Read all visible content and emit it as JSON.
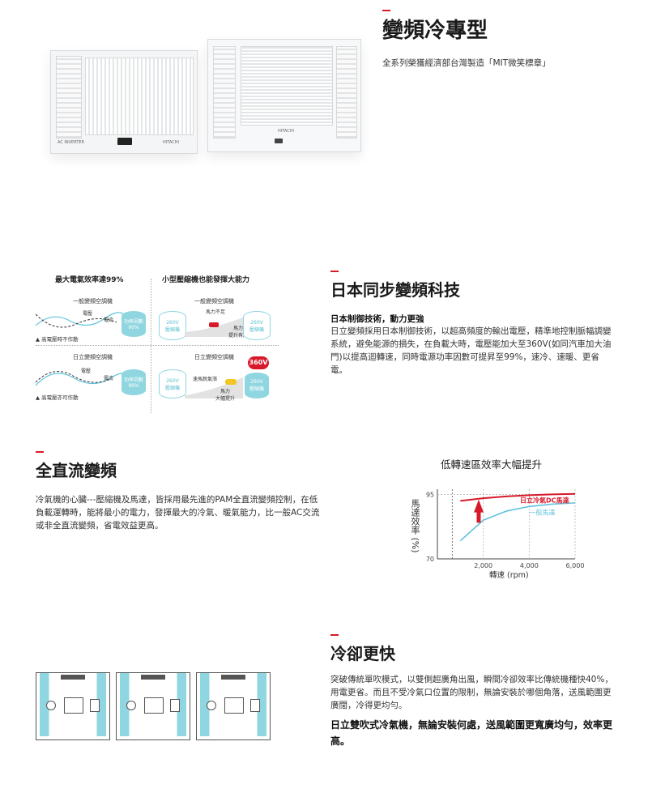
{
  "section1": {
    "title": "變頻冷專型",
    "desc": "全系列榮獲經濟部台灣製造「MIT微笑標章」",
    "ac_brand_left": "HITACHI",
    "ac_logo_left": "AC INVERTER",
    "ac_brand_right": "HITACHI"
  },
  "section2": {
    "title": "日本同步變頻科技",
    "subtitle": "日本制御技術，動力更強",
    "body": "日立變頻採用日本制御技術，以超高頻度的輸出電壓，精準地控制脈幅調變系統，避免能源的損失，在負載大時，電壓能加大至360V(如同汽車加大油門)以提高迴轉速，同時電源功率因數可提昇至99%，速冷、速暖、更省電。",
    "diagram": {
      "left_title": "最大電氣效率達99%",
      "right_title": "小型壓縮機也能發揮大能力",
      "general_ac": "一般變頻空調機",
      "hitachi_ac": "日立變頻空調機",
      "voltage_label": "電壓",
      "current_label": "電流",
      "pf_general": "功率因數\n90%",
      "pf_general_a": "功率因數",
      "pf_general_b": "90%",
      "pf_hitachi_a": "功率因數",
      "pf_hitachi_b": "99%",
      "warn_general": "▲ 高電壓時不作動",
      "warn_hitachi": "▲ 高電壓亦可作動",
      "comp_260": "260V",
      "comp_label": "壓縮機",
      "comp_360": "360V",
      "power_lack": "馬力不足",
      "power_limited": "馬力\n提升有限",
      "power_limited_a": "馬力",
      "power_limited_b": "提升有限",
      "speed_climb": "速馬銳氣漲",
      "power_big_a": "馬力",
      "power_big_b": "大幅提升"
    }
  },
  "section3": {
    "title": "全直流變頻",
    "body": "冷氣機的心臟---壓縮機及馬達，皆採用最先進的PAM全直流變頻控制，在低負載運轉時，能將最小的電力，發揮最大的冷氣、暖氣能力，比一般AC交流或非全直流變頻，省電效益更高。"
  },
  "chart_data": {
    "type": "line",
    "title": "低轉速區效率大幅提升",
    "xlabel": "轉速 (rpm)",
    "ylabel": "馬達效率 (%)",
    "x_ticks": [
      "2,000",
      "4,000",
      "6,000"
    ],
    "y_ticks": [
      "95",
      "70"
    ],
    "xlim": [
      0,
      6000
    ],
    "ylim": [
      70,
      97
    ],
    "series": [
      {
        "name": "日立冷氣DC馬達",
        "color": "#d7192a",
        "x": [
          1000,
          2000,
          3000,
          4000,
          5000,
          6000
        ],
        "y": [
          92.5,
          93.5,
          94.2,
          94.7,
          95.0,
          95.2
        ]
      },
      {
        "name": "一般馬達",
        "color": "#5fc3dc",
        "x": [
          1000,
          2000,
          3000,
          4000,
          5000,
          6000
        ],
        "y": [
          77,
          85,
          88.5,
          90.3,
          91.2,
          91.7
        ]
      }
    ]
  },
  "section4": {
    "title": "冷卻更快",
    "body": "突破傳統單吹模式，以雙側超廣角出風，瞬間冷卻效率比傳統機種快40%，用電更省。而且不受冷氣口位置的限制，無論安裝於哪個角落，送風範圍更廣闊，冷得更均勻。",
    "highlight": "日立雙吹式冷氣機，無論安裝何處，送風範圍更寬廣均勻，效率更高。"
  },
  "colors": {
    "accent": "#d7192a",
    "cyan": "#5fc3dc",
    "cyan_fill": "#8fd6e0"
  }
}
